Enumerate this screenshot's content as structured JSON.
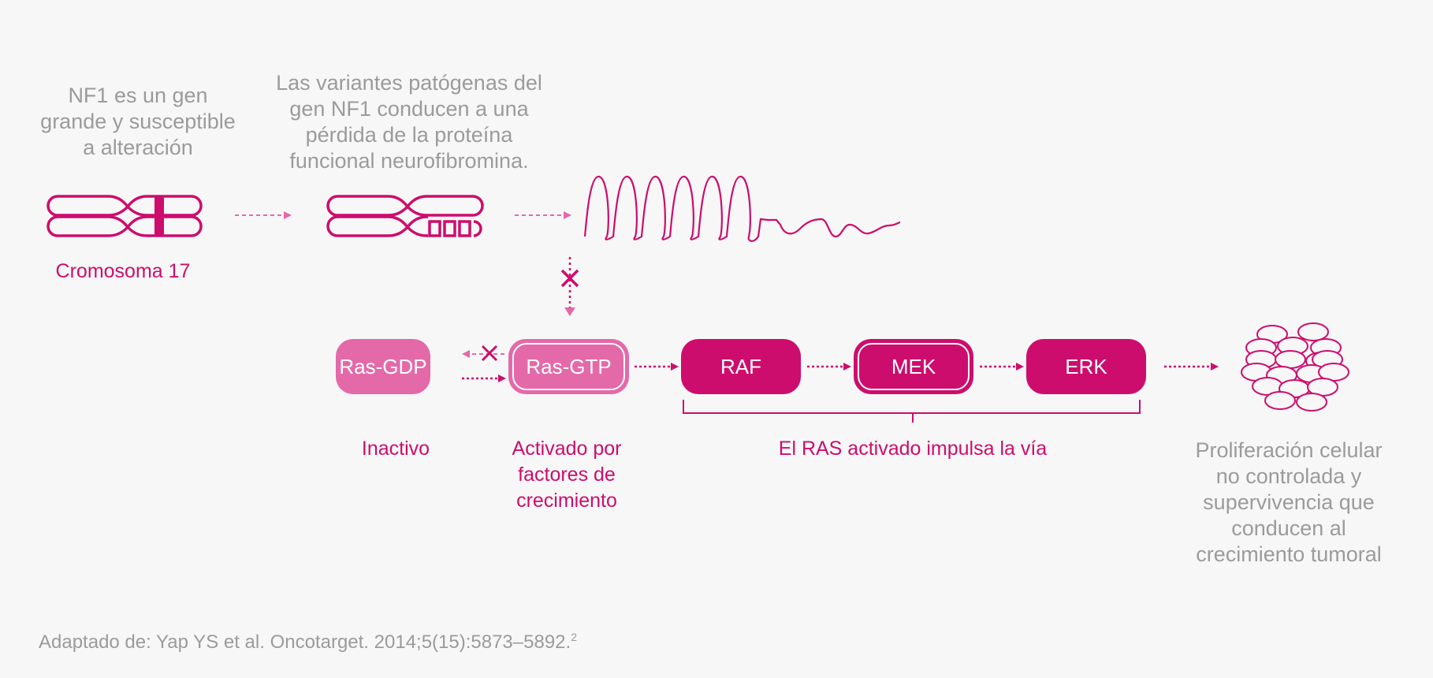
{
  "captions": {
    "nf1_gene": [
      "NF1 es un gen",
      "grande y susceptible",
      "a alteración"
    ],
    "variants": [
      "Las variantes patógenas del",
      "gen NF1 conducen a una",
      "pérdida de la proteína",
      "funcional neurofibromina."
    ],
    "chromosome_label": "Cromosoma 17",
    "inactive_label": "Inactivo",
    "activated_label": [
      "Activado por",
      "factores de",
      "crecimiento"
    ],
    "pathway_label": "El RAS activado impulsa la vía",
    "outcome": [
      "Proliferación celular",
      "no controlada y",
      "supervivencia que",
      "conducen al",
      "crecimiento tumoral"
    ]
  },
  "nodes": {
    "ras_gdp": "Ras-GDP",
    "ras_gtp": "Ras-GTP",
    "raf": "RAF",
    "mek": "MEK",
    "erk": "ERK"
  },
  "footnote": {
    "text": "Adaptado de: Yap YS et al. Oncotarget. 2014;5(15):5873–5892.",
    "ref": "2"
  },
  "colors": {
    "magenta": "#cd0d6d",
    "light_magenta": "#e469a9",
    "gray_text": "#9b9b9b",
    "background": "#f7f7f7"
  }
}
